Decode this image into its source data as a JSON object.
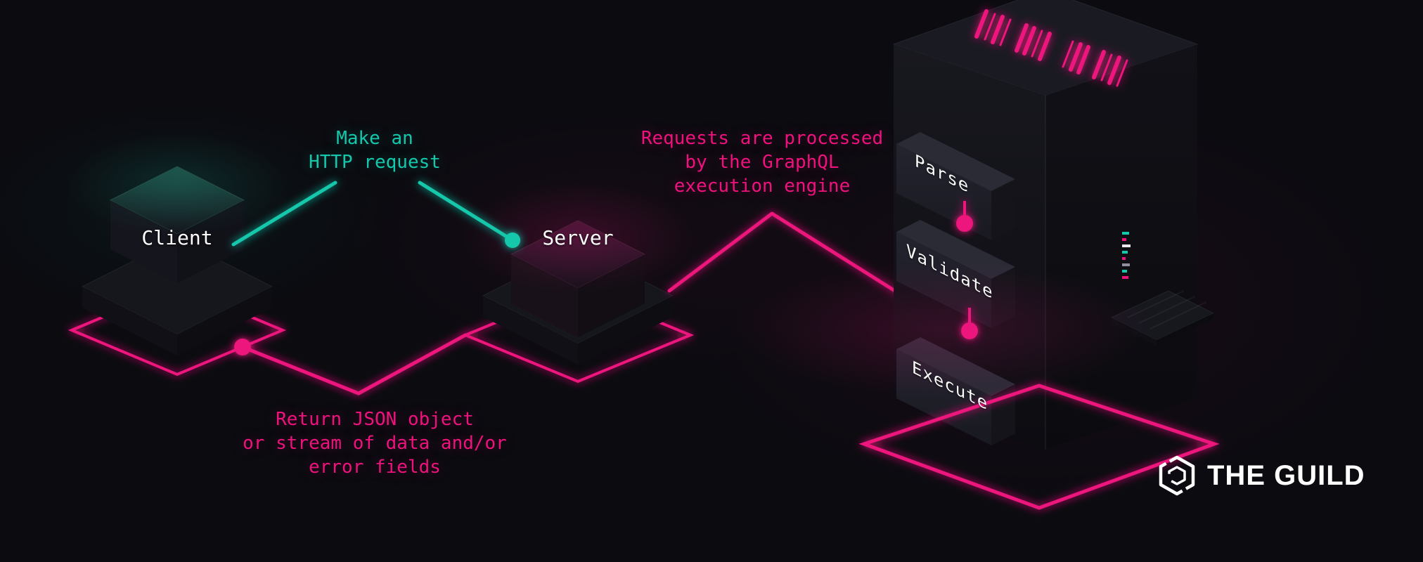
{
  "colors": {
    "background": "#0b0b10",
    "pink": "#ed127c",
    "teal": "#14c8ab",
    "white": "#ffffff"
  },
  "nodes": {
    "client": {
      "label": "Client"
    },
    "server": {
      "label": "Server"
    }
  },
  "annotations": {
    "request": "Make an\nHTTP request",
    "processing": "Requests are processed\nby the GraphQL\nexecution engine",
    "response": "Return JSON object\nor stream of data and/or\nerror fields"
  },
  "engine_steps": [
    {
      "label": "Parse"
    },
    {
      "label": "Validate"
    },
    {
      "label": "Execute"
    }
  ],
  "logo": {
    "text": "THE GUILD"
  }
}
